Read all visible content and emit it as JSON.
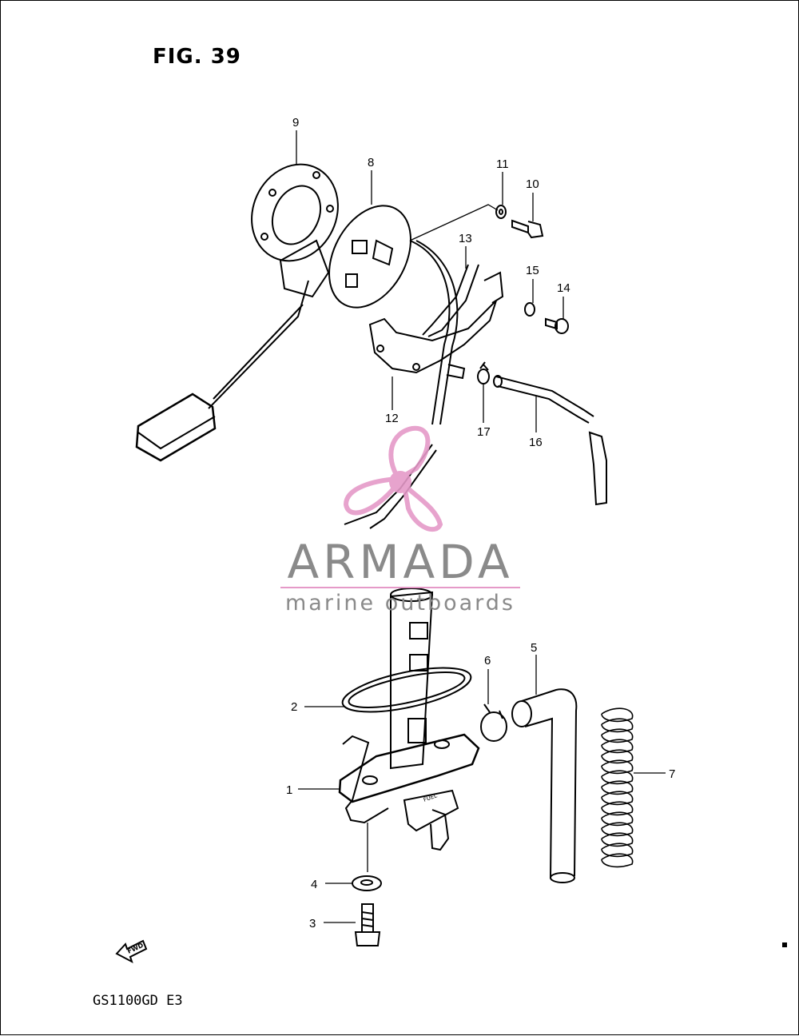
{
  "figure": {
    "title": "FIG. 39",
    "model": "GS1100GD E3"
  },
  "callouts": [
    {
      "id": "c1",
      "label": "1"
    },
    {
      "id": "c2",
      "label": "2"
    },
    {
      "id": "c3",
      "label": "3"
    },
    {
      "id": "c4",
      "label": "4"
    },
    {
      "id": "c5",
      "label": "5"
    },
    {
      "id": "c6",
      "label": "6"
    },
    {
      "id": "c7",
      "label": "7"
    },
    {
      "id": "c8",
      "label": "8"
    },
    {
      "id": "c9",
      "label": "9"
    },
    {
      "id": "c10",
      "label": "10"
    },
    {
      "id": "c11",
      "label": "11"
    },
    {
      "id": "c12",
      "label": "12"
    },
    {
      "id": "c13",
      "label": "13"
    },
    {
      "id": "c14",
      "label": "14"
    },
    {
      "id": "c15",
      "label": "15"
    },
    {
      "id": "c16",
      "label": "16"
    },
    {
      "id": "c17",
      "label": "17"
    }
  ],
  "fwd_arrow": {
    "label": "FWD"
  },
  "cock_label": "FUEL",
  "watermark": {
    "name": "ARMADA",
    "tagline": "marine outboards",
    "colors": {
      "logo": "#e59ac8",
      "text": "#8a8a8a"
    }
  }
}
